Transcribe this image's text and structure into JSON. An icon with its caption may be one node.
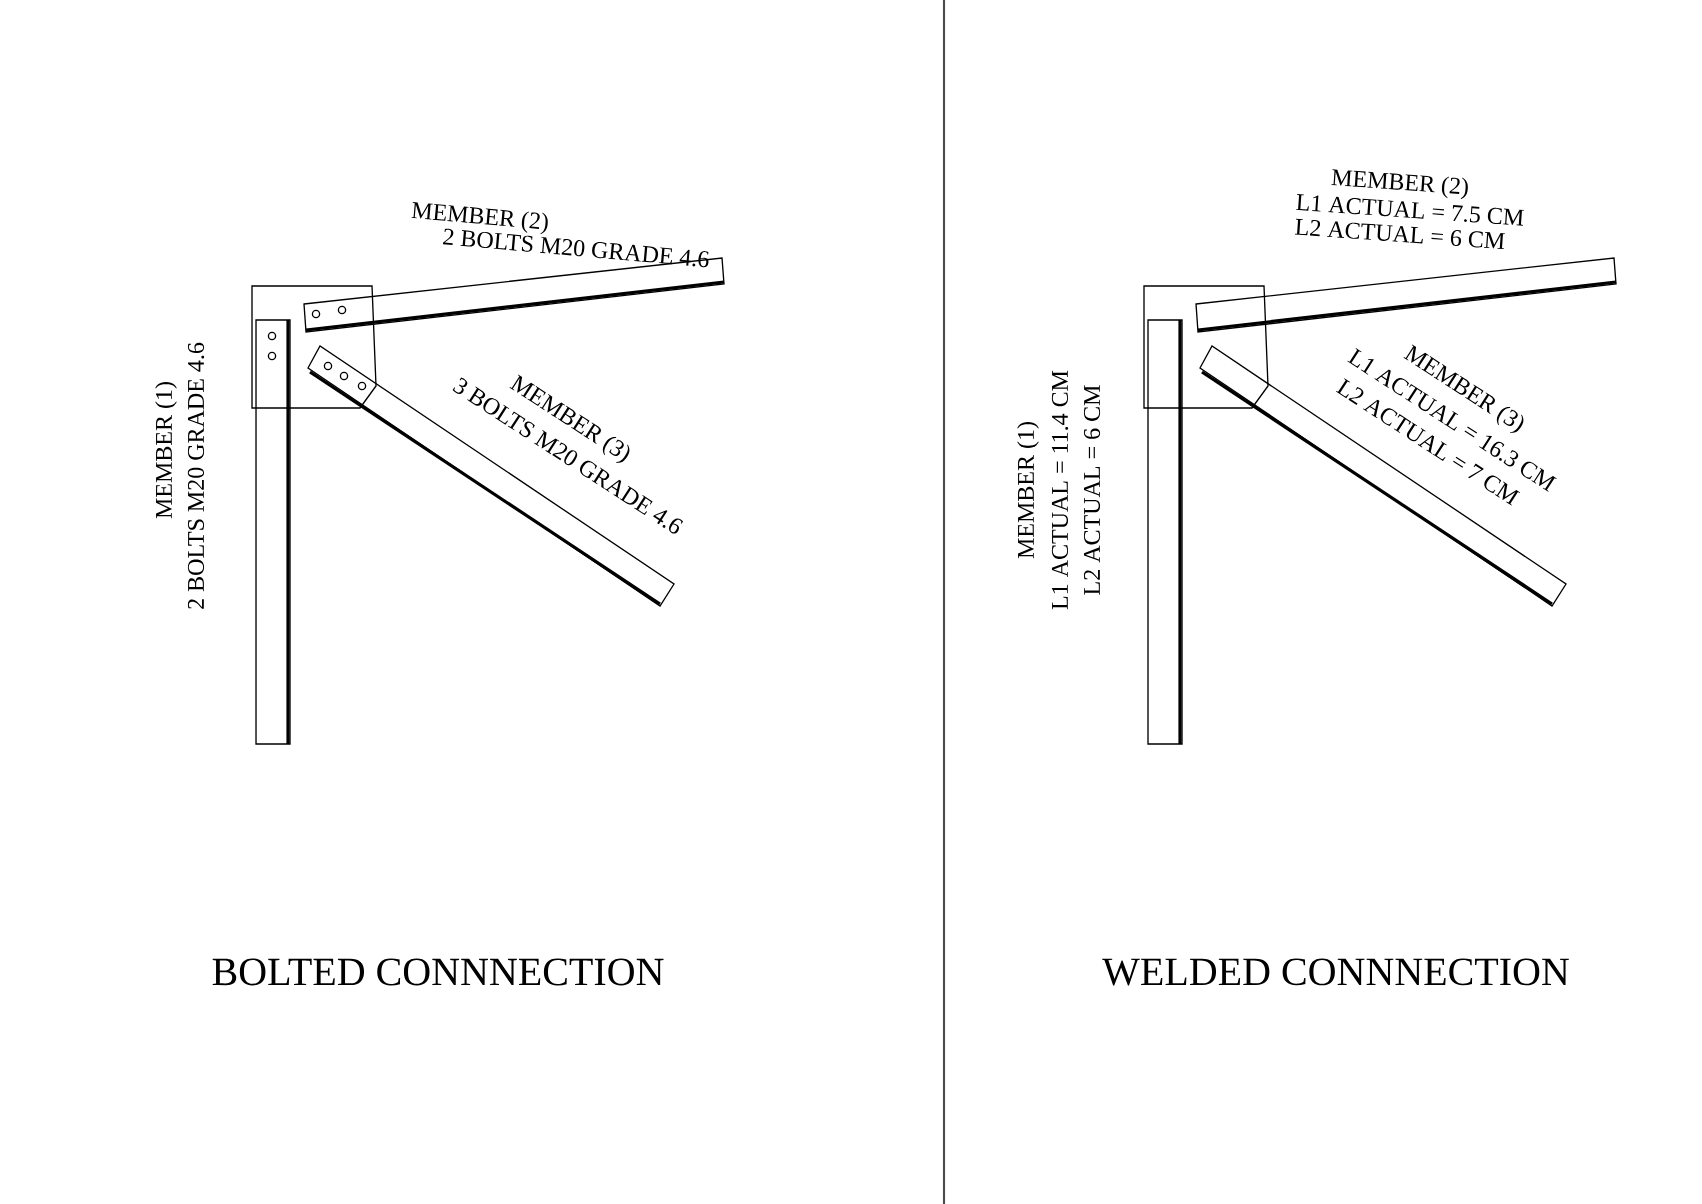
{
  "diagram": {
    "labels": [
      "MEMBER (2)",
      "2 BOLTS M20 GRADE 4.6",
      "MEMBER (3)",
      "3 BOLTS M20 GRADE 4.6",
      "MEMBER (1)",
      "2 BOLTS M20 GRADE 4.6",
      "MEMBER (2)",
      "L1 ACTUAL = 7.5 CM",
      "L2 ACTUAL = 6 CM",
      "MEMBER (3)",
      "L1 ACTUAL = 16.3 CM",
      "L2 ACTUAL = 7 CM",
      "MEMBER (1)",
      "L1 ACTUAL = 11.4 CM",
      "L2 ACTUAL = 6 CM",
      "BOLTED CONNNECTION",
      "WELDED CONNNECTION"
    ]
  }
}
